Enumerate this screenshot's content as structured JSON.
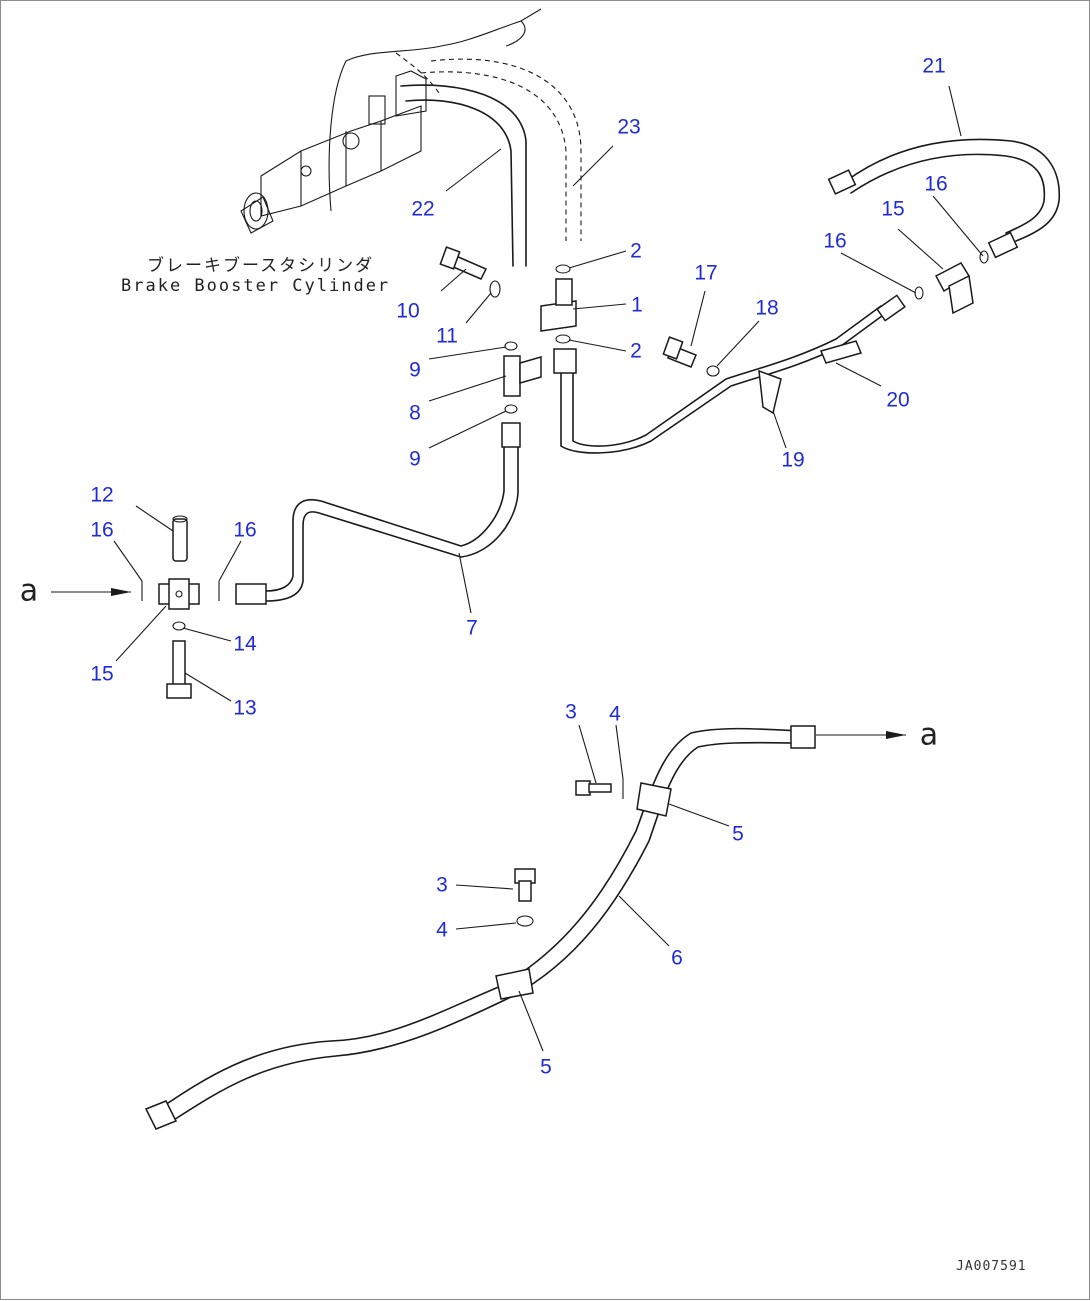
{
  "diagram": {
    "caption_jp": "ブレーキブースタシリンダ",
    "caption_en": "Brake Booster Cylinder",
    "view_mark_left": "a",
    "view_mark_right": "a",
    "drawing_code": "JA007591"
  },
  "callouts": [
    {
      "id": "c21",
      "text": "21"
    },
    {
      "id": "c23",
      "text": "23"
    },
    {
      "id": "c22",
      "text": "22"
    },
    {
      "id": "c16a",
      "text": "16"
    },
    {
      "id": "c15a",
      "text": "15"
    },
    {
      "id": "c16b",
      "text": "16"
    },
    {
      "id": "c2a",
      "text": "2"
    },
    {
      "id": "c17",
      "text": "17"
    },
    {
      "id": "c10",
      "text": "10"
    },
    {
      "id": "c1",
      "text": "1"
    },
    {
      "id": "c18",
      "text": "18"
    },
    {
      "id": "c11",
      "text": "11"
    },
    {
      "id": "c2b",
      "text": "2"
    },
    {
      "id": "c9a",
      "text": "9"
    },
    {
      "id": "c20",
      "text": "20"
    },
    {
      "id": "c8",
      "text": "8"
    },
    {
      "id": "c9b",
      "text": "9"
    },
    {
      "id": "c19",
      "text": "19"
    },
    {
      "id": "c12",
      "text": "12"
    },
    {
      "id": "c16c",
      "text": "16"
    },
    {
      "id": "c16d",
      "text": "16"
    },
    {
      "id": "c7",
      "text": "7"
    },
    {
      "id": "c14",
      "text": "14"
    },
    {
      "id": "c15b",
      "text": "15"
    },
    {
      "id": "c13",
      "text": "13"
    },
    {
      "id": "c3a",
      "text": "3"
    },
    {
      "id": "c4a",
      "text": "4"
    },
    {
      "id": "c5a",
      "text": "5"
    },
    {
      "id": "c3b",
      "text": "3"
    },
    {
      "id": "c4b",
      "text": "4"
    },
    {
      "id": "c6",
      "text": "6"
    },
    {
      "id": "c5b",
      "text": "5"
    }
  ]
}
